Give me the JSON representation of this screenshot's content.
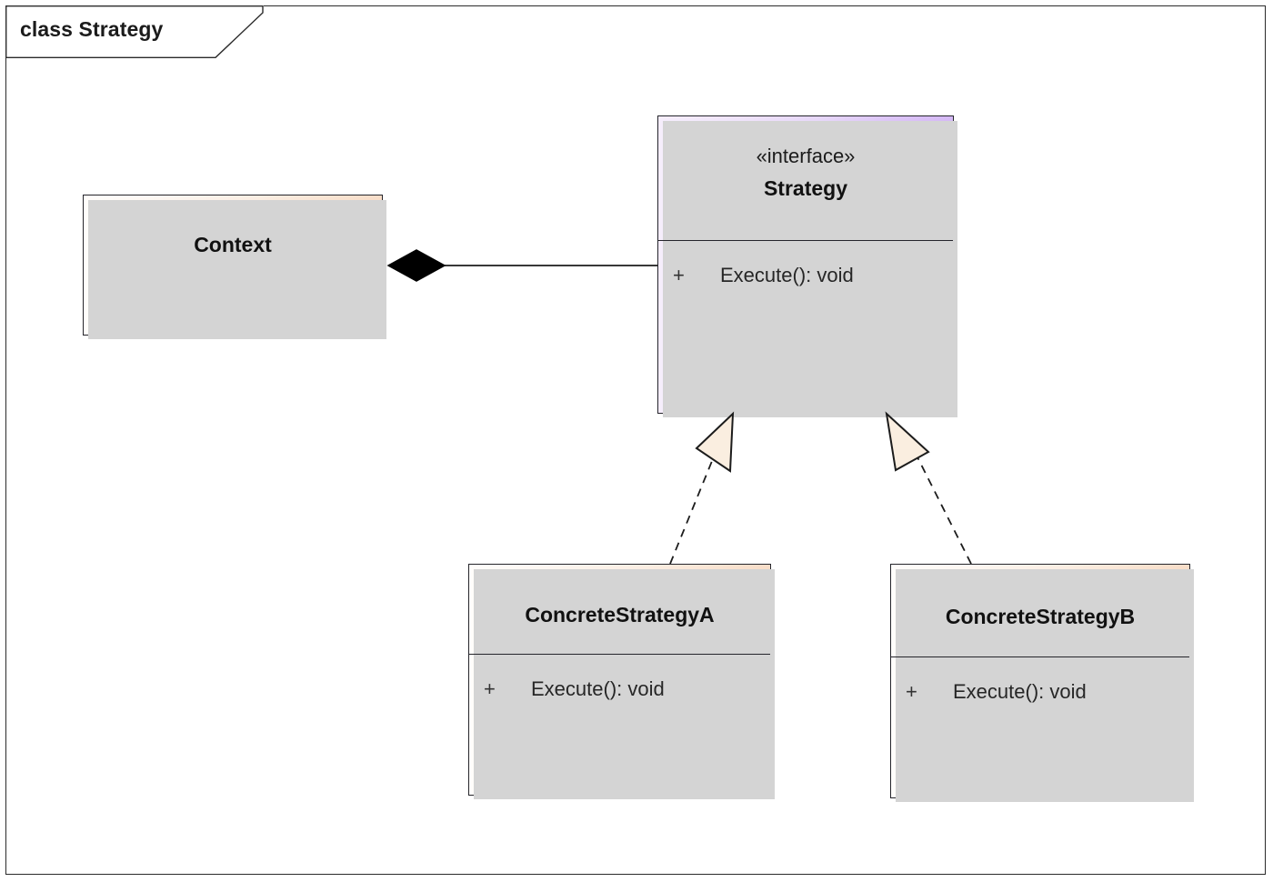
{
  "frame": {
    "title": "class Strategy",
    "border_color": "#2b2b2b",
    "background": "#ffffff"
  },
  "palette": {
    "interface_fill_light": "#f6eefc",
    "interface_fill_dark": "#d5b9f6",
    "class_fill_light": "#fffdfb",
    "class_fill_dark": "#f8ddc8",
    "border": "#25252b",
    "shadow": "#d4d4d4",
    "text": "#1b1b1b",
    "triangle_fill": "#faeee0"
  },
  "classes": [
    {
      "id": "context",
      "name": "Context",
      "stereotype": "",
      "members": [],
      "kind": "class"
    },
    {
      "id": "strategy",
      "name": "Strategy",
      "stereotype": "«interface»",
      "members": [
        {
          "visibility": "+",
          "signature": "Execute(): void"
        }
      ],
      "kind": "interface"
    },
    {
      "id": "concrete_a",
      "name": "ConcreteStrategyA",
      "stereotype": "",
      "members": [
        {
          "visibility": "+",
          "signature": "Execute(): void"
        }
      ],
      "kind": "class"
    },
    {
      "id": "concrete_b",
      "name": "ConcreteStrategyB",
      "stereotype": "",
      "members": [
        {
          "visibility": "+",
          "signature": "Execute(): void"
        }
      ],
      "kind": "class"
    }
  ],
  "relationships": [
    {
      "id": "context-strategy",
      "type": "composition",
      "from": "context",
      "to": "strategy",
      "line_style": "solid",
      "source_marker": "filled-diamond",
      "target_marker": "none"
    },
    {
      "id": "a-realizes-strategy",
      "type": "realization",
      "from": "concrete_a",
      "to": "strategy",
      "line_style": "dashed",
      "source_marker": "none",
      "target_marker": "hollow-triangle"
    },
    {
      "id": "b-realizes-strategy",
      "type": "realization",
      "from": "concrete_b",
      "to": "strategy",
      "line_style": "dashed",
      "source_marker": "none",
      "target_marker": "hollow-triangle"
    }
  ]
}
